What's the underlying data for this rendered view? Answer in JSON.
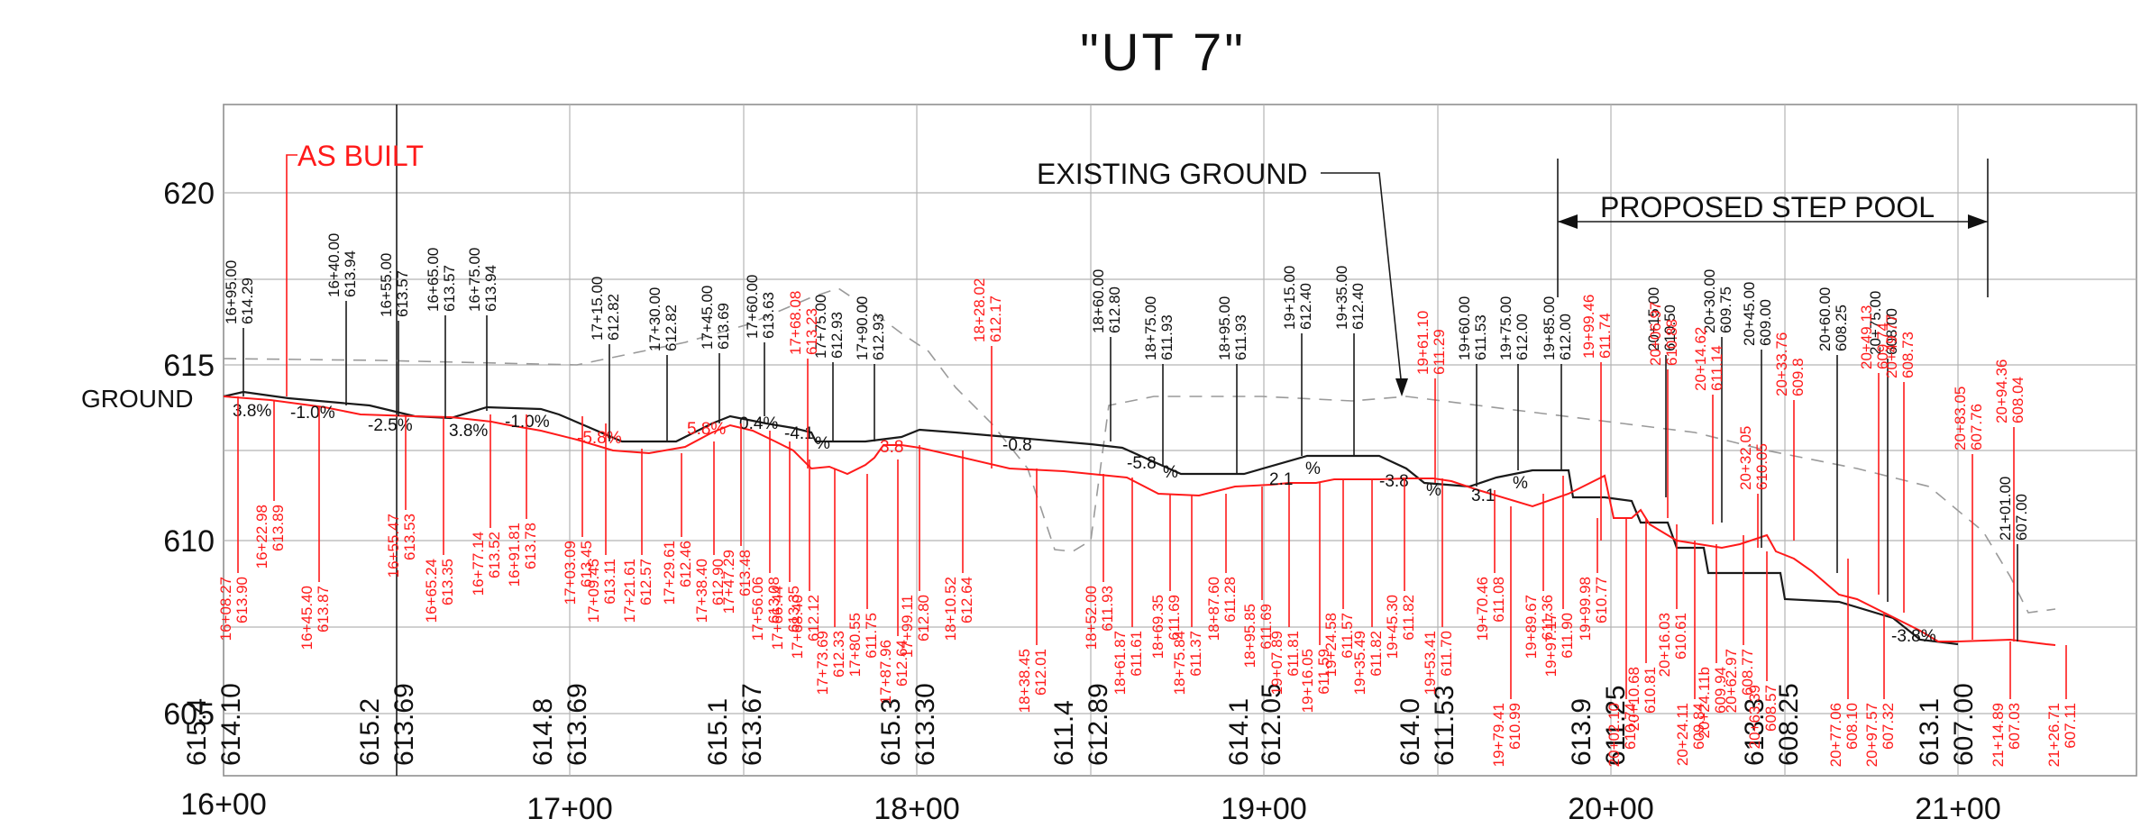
{
  "title": "\"UT 7\"",
  "labels": {
    "as_built": "AS BUILT",
    "existing_ground": "EXISTING GROUND",
    "proposed_step_pool": "PROPOSED STEP POOL",
    "ground": "GROUND"
  },
  "y_axis": {
    "ticks": [
      "620",
      "615",
      "610",
      "605"
    ]
  },
  "x_axis": {
    "ticks": [
      "16+00",
      "17+00",
      "18+00",
      "19+00",
      "20+00",
      "21+00"
    ]
  },
  "bottom_elevations": [
    "615.4",
    "614.10",
    "615.2",
    "613.69",
    "614.8",
    "613.69",
    "615.1",
    "613.67",
    "615.3",
    "613.30",
    "611.4",
    "612.89",
    "614.1",
    "612.05",
    "614.0",
    "611.53",
    "613.9",
    "611.25",
    "613.3",
    "608.25",
    "613.1",
    "607.00"
  ],
  "slopes": [
    "3.8%",
    "-1.0%",
    "-2.5%",
    "3.8%",
    "-1.0%",
    "-5.8%",
    "5.8%",
    "0.4%",
    "-4.1",
    "%",
    "3.8",
    "-0.8",
    "-5.8",
    "%",
    "2.1",
    "%",
    "-3.8",
    "%",
    "3.1",
    "%",
    "-3.8%"
  ],
  "black_stations": [
    [
      "16+95.00",
      "614.29"
    ],
    [
      "16+40.00",
      "613.94"
    ],
    [
      "16+55.00",
      "613.57"
    ],
    [
      "16+65.00",
      "613.57"
    ],
    [
      "16+75.00",
      "613.94"
    ],
    [
      "17+15.00",
      "612.82"
    ],
    [
      "17+30.00",
      "612.82"
    ],
    [
      "17+45.00",
      "613.69"
    ],
    [
      "17+60.00",
      "613.63"
    ],
    [
      "17+75.00",
      "612.93"
    ],
    [
      "17+90.00",
      "612.93"
    ],
    [
      "18+60.00",
      "612.80"
    ],
    [
      "18+75.00",
      "611.93"
    ],
    [
      "18+95.00",
      "611.93"
    ],
    [
      "19+15.00",
      "612.40"
    ],
    [
      "19+35.00",
      "612.40"
    ],
    [
      "19+60.00",
      "611.53"
    ],
    [
      "19+75.00",
      "612.00"
    ],
    [
      "19+85.00",
      "612.00"
    ],
    [
      "20+15.00",
      "610.50"
    ],
    [
      "20+30.00",
      "609.75"
    ],
    [
      "20+45.00",
      "609.00"
    ],
    [
      "20+60.00",
      "608.25"
    ],
    [
      "20+75.00",
      "608.00"
    ],
    [
      "21+01.00",
      "607.00"
    ]
  ],
  "red_stations_top": [
    [
      "17+68.08",
      "613.23"
    ],
    [
      "18+28.02",
      "612.17"
    ],
    [
      "19+61.10",
      "611.29"
    ],
    [
      "19+99.46",
      "611.74"
    ],
    [
      "20+06.97",
      "610.88"
    ],
    [
      "20+14.62",
      "611.14"
    ],
    [
      "20+32.05",
      "610.05"
    ],
    [
      "20+33.76",
      "609.8"
    ],
    [
      "20+49.13",
      "609.74"
    ],
    [
      "20+49.77",
      "608.73"
    ],
    [
      "20+83.05",
      "607.76"
    ],
    [
      "20+94.36",
      "608.04"
    ]
  ],
  "red_stations_bottom": [
    [
      "16+08.27",
      "613.90"
    ],
    [
      "16+22.98",
      "613.89"
    ],
    [
      "16+45.40",
      "613.87"
    ],
    [
      "16+55.47",
      "613.53"
    ],
    [
      "16+65.24",
      "613.35"
    ],
    [
      "16+77.14",
      "613.52"
    ],
    [
      "16+91.81",
      "613.78"
    ],
    [
      "17+03.09",
      "613.45"
    ],
    [
      "17+09.45",
      "613.11"
    ],
    [
      "17+21.61",
      "612.57"
    ],
    [
      "17+29.61",
      "612.46"
    ],
    [
      "17+38.40",
      "612.90"
    ],
    [
      "17+47.29",
      "613.48"
    ],
    [
      "17+56.06",
      "613.08"
    ],
    [
      "17+66.44",
      "613.35"
    ],
    [
      "17+68.40",
      "612.12"
    ],
    [
      "17+73.69",
      "612.33"
    ],
    [
      "17+80.55",
      "611.75"
    ],
    [
      "17+87.96",
      "612.64"
    ],
    [
      "17+99.11",
      "612.80"
    ],
    [
      "18+10.52",
      "612.64"
    ],
    [
      "18+38.45",
      "612.01"
    ],
    [
      "18+52.00",
      "611.93"
    ],
    [
      "18+61.87",
      "611.61"
    ],
    [
      "18+69.35",
      "611.69"
    ],
    [
      "18+75.84",
      "611.37"
    ],
    [
      "18+87.60",
      "611.28"
    ],
    [
      "18+95.85",
      "611.69"
    ],
    [
      "19+07.89",
      "611.81"
    ],
    [
      "19+16.05",
      "611.59"
    ],
    [
      "19+24.58",
      "611.57"
    ],
    [
      "19+35.49",
      "611.82"
    ],
    [
      "19+45.30",
      "611.82"
    ],
    [
      "19+53.41",
      "611.70"
    ],
    [
      "19+70.46",
      "611.08"
    ],
    [
      "19+79.41",
      "610.99"
    ],
    [
      "19+89.67",
      "611.36"
    ],
    [
      "19+97.17",
      "611.90"
    ],
    [
      "19+99.98",
      "610.77"
    ],
    [
      "20+02.10",
      "610.74"
    ],
    [
      "20+10.68",
      "610.81"
    ],
    [
      "20+16.03",
      "610.61"
    ],
    [
      "20+24.11",
      "609.84"
    ],
    [
      "20+24.11b",
      "609.94"
    ],
    [
      "20+62.97",
      "608.77"
    ],
    [
      "20+63.39",
      "608.57"
    ],
    [
      "20+77.06",
      "608.10"
    ],
    [
      "20+97.57",
      "607.32"
    ],
    [
      "21+14.89",
      "607.03"
    ],
    [
      "21+26.71",
      "607.11"
    ]
  ],
  "colors": {
    "black": "#1a1a1a",
    "red": "#ff1a1a",
    "grid": "#b4b4b4"
  }
}
